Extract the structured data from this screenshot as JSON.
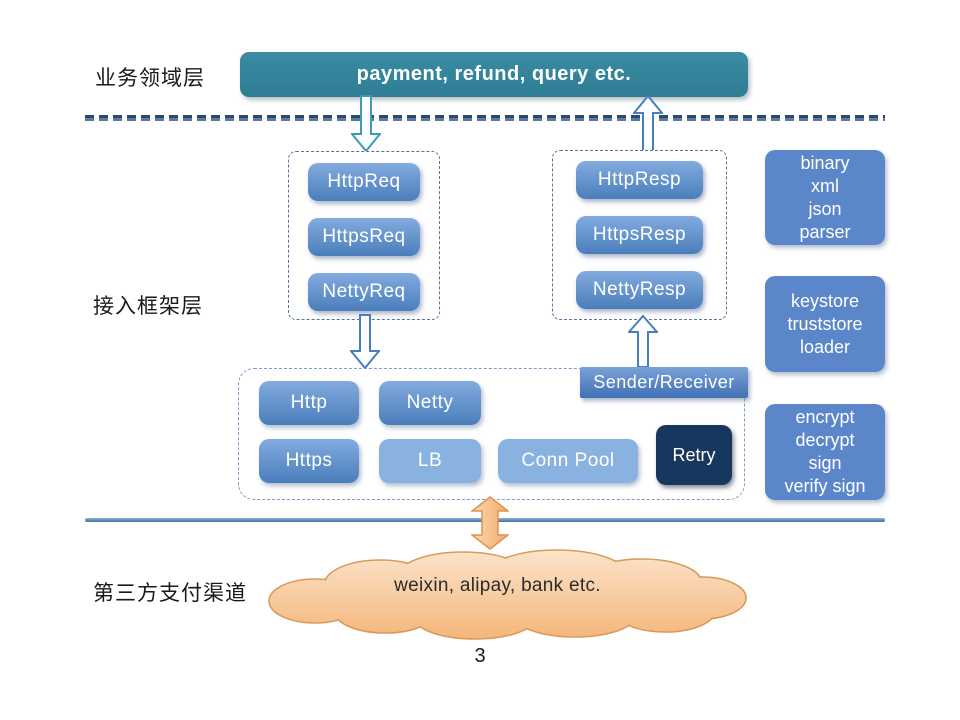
{
  "slide": {
    "page_number": "3"
  },
  "labels": {
    "business_layer": "业务领域层",
    "framework_layer": "接入框架层",
    "channel_layer": "第三方支付渠道"
  },
  "business_box": {
    "text": "payment, refund, query etc."
  },
  "request_group": {
    "items": [
      "HttpReq",
      "HttpsReq",
      "NettyReq"
    ]
  },
  "response_group": {
    "items": [
      "HttpResp",
      "HttpsResp",
      "NettyResp"
    ]
  },
  "side_boxes": {
    "parser": {
      "lines": [
        "binary",
        "xml",
        "json",
        "parser"
      ]
    },
    "keystore": {
      "lines": [
        "keystore",
        "truststore",
        "loader"
      ]
    },
    "crypto": {
      "lines": [
        "encrypt",
        "decrypt",
        "sign",
        "verify sign"
      ]
    }
  },
  "sender_receiver": {
    "label": "Sender/Receiver"
  },
  "transport_group": {
    "items": [
      "Http",
      "Netty",
      "Https",
      "LB",
      "Conn Pool"
    ],
    "retry": "Retry"
  },
  "cloud": {
    "text": "weixin, alipay, bank etc."
  },
  "icons": {
    "down_arrow_teal": "block-arrow-down",
    "up_arrow_blue": "block-arrow-up",
    "double_arrow_orange": "block-arrow-vertical-double"
  },
  "colors": {
    "business_box": "#31859c",
    "pill_gradient_top": "#83abdf",
    "pill_gradient_bottom": "#4a7ebb",
    "light_pill": "#8ab2e0",
    "side_box": "#5b87ca",
    "retry_box": "#17375e",
    "sender_receiver": "#4070b4",
    "dashed_divider": "#2c4a6e",
    "solid_divider": "#4a7ebb",
    "teal_arrow_stroke": "#3f9ab5",
    "blue_arrow_stroke": "#4a7ebb",
    "orange_arrow_fill": "#f6bd85",
    "orange_arrow_stroke": "#dd9352",
    "cloud_fill_top": "#fbe3cb",
    "cloud_fill_bottom": "#f5b87e",
    "cloud_stroke": "#d99a5e"
  }
}
